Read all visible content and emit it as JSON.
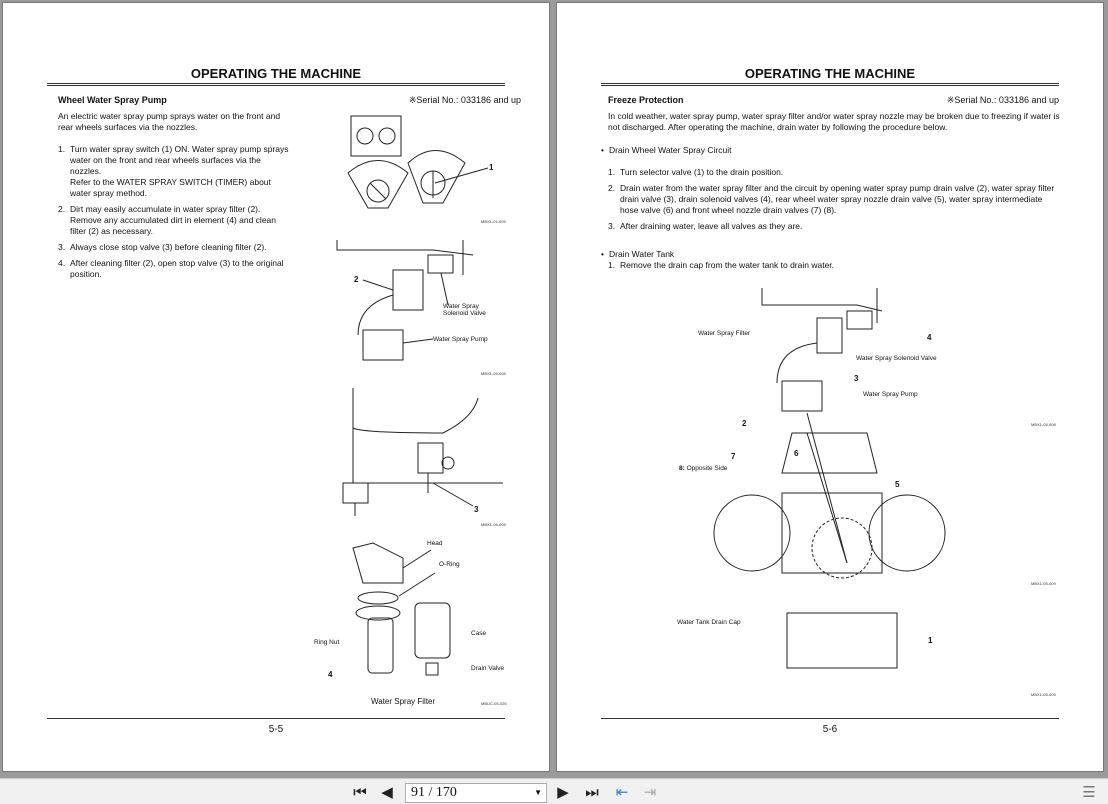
{
  "left_page": {
    "title": "OPERATING THE MACHINE",
    "section": "Wheel Water Spray Pump",
    "serial": "※Serial No.: 033186 and up",
    "intro": "An electric water spray pump sprays water on the front and rear wheels surfaces via the nozzles.",
    "steps": [
      {
        "n": "1.",
        "text": "Turn water spray switch (1) ON. Water spray pump sprays water on the front and rear wheels surfaces via the nozzles.",
        "sub": "Refer to the WATER SPRAY SWITCH (TIMER) about water spray method."
      },
      {
        "n": "2.",
        "text": "Dirt may easily accumulate in water spray filter (2). Remove any accumulated dirt in element (4) and clean filter (2) as necessary."
      },
      {
        "n": "3.",
        "text": "Always close stop valve (3) before cleaning filter (2)."
      },
      {
        "n": "4.",
        "text": "After cleaning filter (2), open stop valve (3) to the original position."
      }
    ],
    "figures": {
      "f1": {
        "num1": "1",
        "code": "MBX1-01-005"
      },
      "f2": {
        "num2": "2",
        "solenoid": "Water Spray\nSolenoid Valve",
        "pump": "Water Spray Pump",
        "code": "MBX1-05-008"
      },
      "f3": {
        "num3": "3",
        "code": "MBX1-05-005"
      },
      "f4": {
        "head": "Head",
        "oring": "O-Ring",
        "case": "Case",
        "ringnut": "Ring Nut",
        "num4": "4",
        "drain": "Drain Valve",
        "caption": "Water Spray Filter",
        "code": "MBUC-05-026"
      }
    },
    "page_number": "5-5"
  },
  "right_page": {
    "title": "OPERATING THE MACHINE",
    "section": "Freeze Protection",
    "serial": "※Serial No.: 033186 and up",
    "intro": "In cold weather, water spray pump, water spray filter and/or water spray nozzle may be broken due to freezing if water is not discharged. After operating the machine, drain water by following the procedure below.",
    "bullet1": "Drain Wheel Water Spray Circuit",
    "steps1": [
      {
        "n": "1.",
        "text": "Turn selector valve (1) to the drain position."
      },
      {
        "n": "2.",
        "text": "Drain water from the water spray filter and the circuit by opening water spray pump drain valve (2), water spray filter drain valve (3), drain solenoid valves (4), rear wheel water spray nozzle drain valve (5), water spray intermediate hose valve (6) and front wheel nozzle drain valves (7) (8)."
      },
      {
        "n": "3.",
        "text": "After draining water, leave all valves as they are."
      }
    ],
    "bullet2": "Drain Water Tank",
    "steps2": [
      {
        "n": "1.",
        "text": "Remove the drain cap from the water tank to drain water."
      }
    ],
    "figure": {
      "filter": "Water Spray Filter",
      "n4": "4",
      "solenoid": "Water Spray Solenoid Valve",
      "n3": "3",
      "pump": "Water Spray Pump",
      "n2": "2",
      "code1": "MBX1-05-008",
      "n7": "7",
      "n6": "6",
      "n8": "8:",
      "opp": "Opposite Side",
      "n5": "5",
      "code2": "MBX1-05-009",
      "cap": "Water Tank Drain Cap",
      "n1": "1",
      "code3": "MBX1-05-005"
    },
    "page_number": "5-6"
  },
  "toolbar": {
    "page_value": "91 / 170",
    "icons": [
      "first-page-icon",
      "prev-page-icon",
      "next-page-icon",
      "last-page-icon",
      "go-back-icon",
      "go-forward-icon",
      "sidebar-toggle-icon"
    ]
  }
}
